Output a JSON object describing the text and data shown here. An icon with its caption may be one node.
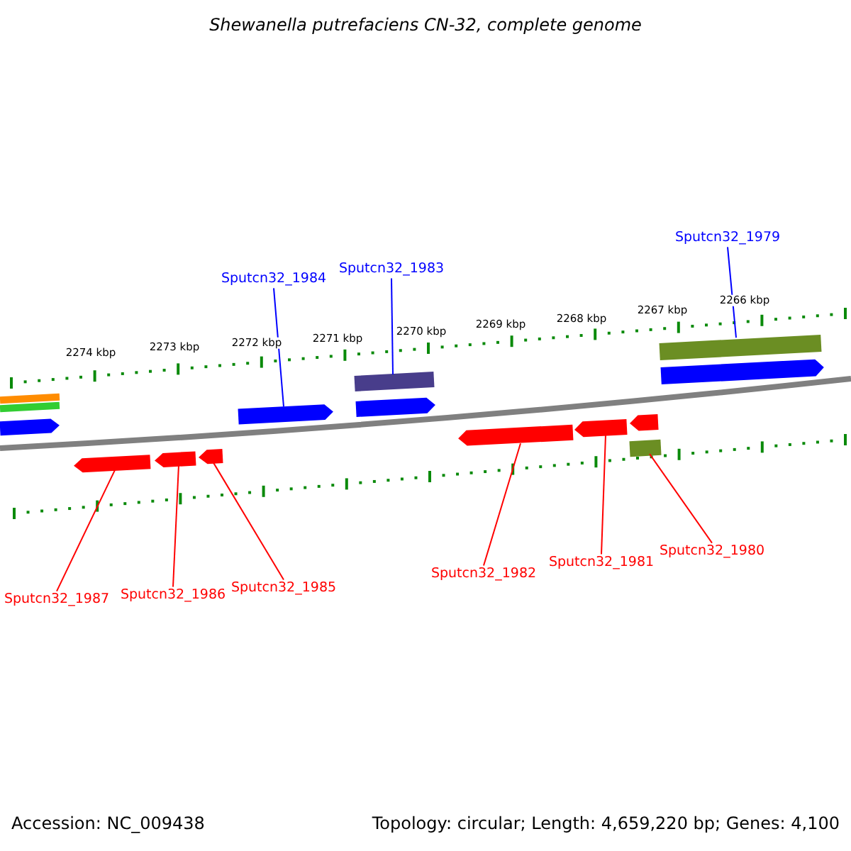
{
  "diagram": {
    "title": "Shewanella putrefaciens CN-32, complete genome",
    "nodes": [
      {
        "text": [
          "Sputcn32_1984"
        ]
      },
      {
        "text": [
          "Sputcn32_1983"
        ]
      },
      {
        "text": [
          "Sputcn32_1979"
        ]
      },
      {
        "text": [
          "Sputcn32_1987"
        ]
      },
      {
        "text": [
          "Sputcn32_1986"
        ]
      },
      {
        "text": [
          "Sputcn32_1985"
        ]
      },
      {
        "text": [
          "Sputcn32_1982"
        ]
      },
      {
        "text": [
          "Sputcn32_1981"
        ]
      },
      {
        "text": [
          "Sputcn32_1980"
        ]
      },
      {
        "text": [],
        "shape": "bar"
      },
      {
        "text": [],
        "shape": "bar"
      },
      {
        "text": [],
        "shape": "arrow"
      },
      {
        "text": [],
        "shape": "arrow"
      },
      {
        "text": [],
        "shape": "arrow"
      },
      {
        "text": [],
        "shape": "arrow"
      },
      {
        "text": [],
        "shape": "arrow"
      },
      {
        "text": [],
        "shape": "bar"
      },
      {
        "text": [],
        "shape": "arrow"
      },
      {
        "text": [],
        "shape": "arrow"
      },
      {
        "text": [],
        "shape": "arrow"
      },
      {
        "text": [],
        "shape": "arrow"
      },
      {
        "text": [],
        "shape": "bar"
      },
      {
        "text": [],
        "shape": "bar"
      },
      {
        "text": [],
        "shape": "arrow"
      }
    ],
    "edges": [
      {
        "from": 0,
        "to": 15,
        "arrow": "none",
        "color": "#0000ff"
      },
      {
        "from": 1,
        "to": 16,
        "arrow": "none",
        "color": "#0000ff"
      },
      {
        "from": 2,
        "to": 22,
        "arrow": "none",
        "color": "#0000ff"
      },
      {
        "from": 3,
        "to": 12,
        "arrow": "none"
      },
      {
        "from": 4,
        "to": 13,
        "arrow": "none"
      },
      {
        "from": 5,
        "to": 14,
        "arrow": "none"
      },
      {
        "from": 6,
        "to": 18,
        "arrow": "none"
      },
      {
        "from": 7,
        "to": 19,
        "arrow": "none"
      },
      {
        "from": 8,
        "to": 21,
        "arrow": "none"
      }
    ],
    "labels": [
      "2274 kbp",
      "2273 kbp",
      "2272 kbp",
      "2271 kbp",
      "2270 kbp",
      "2269 kbp",
      "2268 kbp",
      "2267 kbp",
      "2266 kbp",
      "Accession: NC_009438",
      "Topology: circular; Length: 4,659,220 bp; Genes: 4,100"
    ]
  }
}
